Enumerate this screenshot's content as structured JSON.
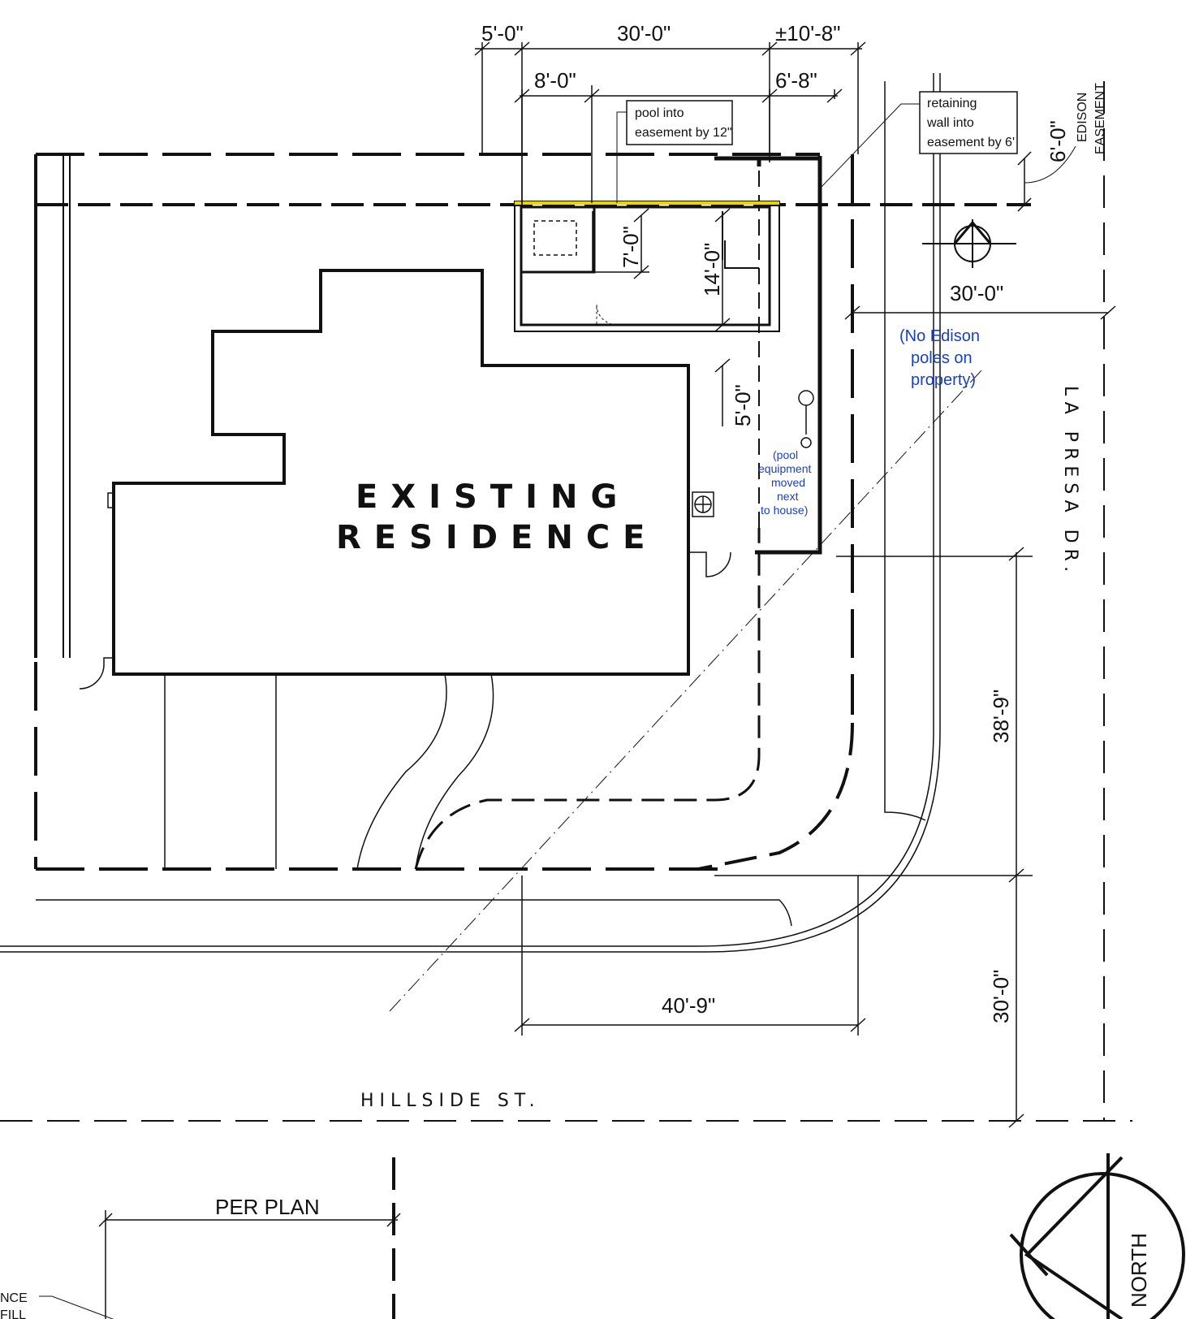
{
  "labels": {
    "house_line1": "EXISTING",
    "house_line2": "RESIDENCE",
    "street_south": "HILLSIDE ST.",
    "street_east": "LA PRESA DR.",
    "north": "NORTH",
    "per_plan": "PER PLAN",
    "left_cut_1": "NCE",
    "left_cut_2": "FILL"
  },
  "notes": {
    "pool_easement_1": "pool into",
    "pool_easement_2": "easement by 12\"",
    "wall_easement_1": "retaining",
    "wall_easement_2": "wall into",
    "wall_easement_3": "easement by 6'",
    "edison_1": "(No Edison",
    "edison_2": "poles on",
    "edison_3": "property)",
    "equip_1": "(pool",
    "equip_2": "equipment",
    "equip_3": "moved",
    "equip_4": "next",
    "equip_5": "to house)",
    "easement_1": "EDISON",
    "easement_2": "EASEMENT"
  },
  "dimensions": {
    "d_5_0_top": "5'-0\"",
    "d_30_0_top": "30'-0\"",
    "d_10_8": "±10'-8\"",
    "d_8_0": "8'-0\"",
    "d_6_8": "6'-8\"",
    "d_6_0": "6'-0\"",
    "d_7_0": "7'-0\"",
    "d_14_0": "14'-0\"",
    "d_5_0_side": "5'-0\"",
    "d_30_0_right": "30'-0\"",
    "d_38_9": "38'-9\"",
    "d_30_0_bottom": "30'-0\"",
    "d_40_9": "40'-9\""
  },
  "colors": {
    "ink": "#111111",
    "note_blue": "#1a3fbf",
    "pool_edge": "#e8d400"
  }
}
